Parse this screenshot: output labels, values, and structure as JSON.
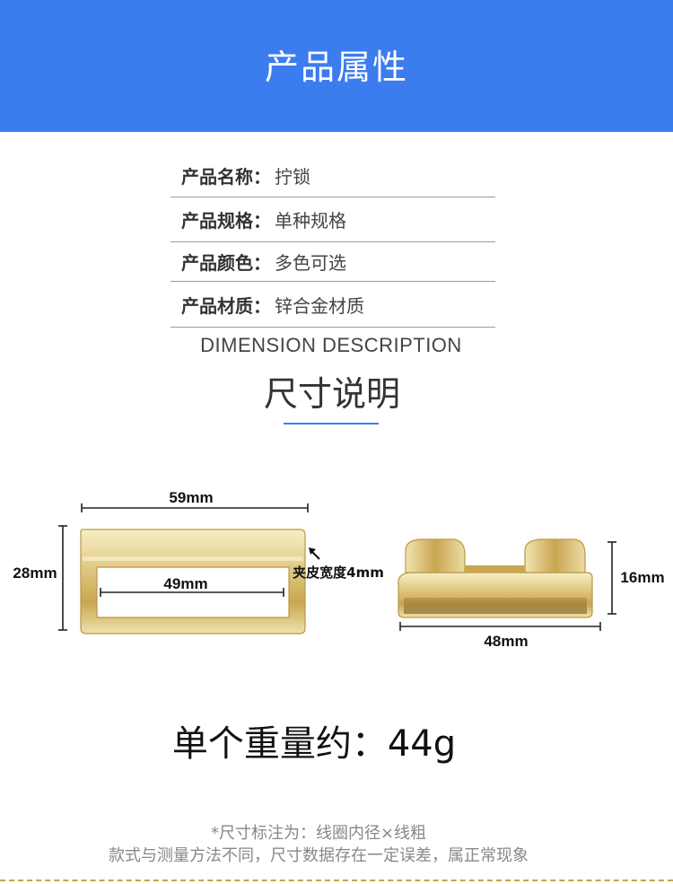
{
  "header": {
    "title": "产品属性"
  },
  "attributes": [
    {
      "key": "产品名称：",
      "value": "拧锁"
    },
    {
      "key": "产品规格：",
      "value": "单种规格"
    },
    {
      "key": "产品颜色：",
      "value": "多色可选"
    },
    {
      "key": "产品材质：",
      "value": "锌合金材质"
    }
  ],
  "dimension": {
    "heading_en": "DIMENSION DESCRIPTION",
    "heading_zh": "尺寸说明",
    "left_part": {
      "width_label": "59mm",
      "height_label": "28mm",
      "inner_label": "49mm",
      "strap_label": "夹皮宽度4mm"
    },
    "right_part": {
      "height_label": "16mm",
      "width_label": "48mm"
    }
  },
  "weight": "单个重量约：44g",
  "notes": {
    "line1": "*尺寸标注为：线圈内径×线粗",
    "line2": "款式与测量方法不同，尺寸数据存在一定误差，属正常现象"
  },
  "colors": {
    "banner": "#3b7cef",
    "gold": "#d8c070"
  }
}
